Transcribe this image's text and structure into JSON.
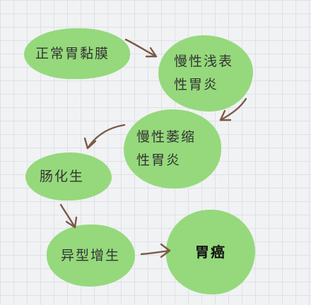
{
  "nodes": {
    "normal_mucosa": "正常胃黏膜",
    "chronic_superficial_gastritis": "慢性浅表\n性胃炎",
    "chronic_atrophic_gastritis": "慢性萎缩\n性胃炎",
    "intestinal_metaplasia": "肠化生",
    "dysplasia": "异型增生",
    "gastric_cancer": "胃癌"
  },
  "colors": {
    "background": "#f1f2f4",
    "grid": "#dfe1e5",
    "node_fill": "#95d97c",
    "arrow": "#7a5a48",
    "text": "#333333"
  }
}
